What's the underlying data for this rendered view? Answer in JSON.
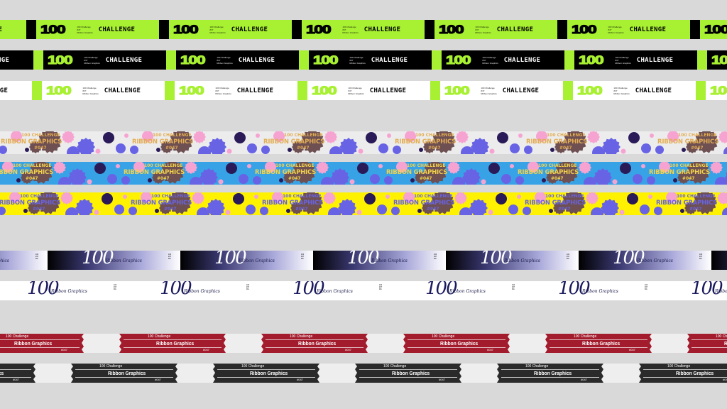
{
  "challenge": {
    "number": "100",
    "word": "CHALLENGE",
    "meta": [
      "100 Challenge",
      "#47",
      "Ribbon Graphics"
    ],
    "bands": [
      {
        "name": "challenge-band-green",
        "bg": "#a8f032",
        "fg": "#000000",
        "block": "#000000"
      },
      {
        "name": "challenge-band-black",
        "bg": "#000000",
        "fg": "#a8f032",
        "block": "#a8f032"
      },
      {
        "name": "challenge-band-white",
        "bg": "#ffffff",
        "fg": "#a8f032",
        "block": "#a8f032"
      }
    ]
  },
  "ribbon": {
    "title": "RIBBON GRAPHICS",
    "sub_top": "100 CHALLENGE",
    "sub": "#047",
    "palette": {
      "pink": "#f6a3d2",
      "brown": "#6e4f52",
      "purple": "#6863e5",
      "navy": "#2a1a57"
    },
    "bands": [
      {
        "name": "ribbon-band-grey",
        "bg": "#ececec",
        "text": "#e3ad52"
      },
      {
        "name": "ribbon-band-blue",
        "bg": "#37a3e6",
        "text": "#f2d24a"
      },
      {
        "name": "ribbon-band-yellow",
        "bg": "#fff200",
        "text": "#6863e5"
      }
    ]
  },
  "script": {
    "number": "100",
    "label": "Ribbon Graphics",
    "meta": [
      "100",
      "#47",
      "RG"
    ],
    "bands": [
      {
        "name": "script-band-gradient",
        "style": "gradient"
      },
      {
        "name": "script-band-white",
        "style": "white"
      }
    ]
  },
  "ticket": {
    "small": "100 Challenge",
    "main": "Ribbon Graphics",
    "code": "#047",
    "bands": [
      {
        "name": "ticket-band-red",
        "bg": "#eeeeee",
        "fill": "#a31c2d",
        "fg": "#ffffff"
      },
      {
        "name": "ticket-band-black",
        "bg": "#eeeeee",
        "fill": "#2a2a2a",
        "fg": "#ffffff"
      }
    ]
  }
}
